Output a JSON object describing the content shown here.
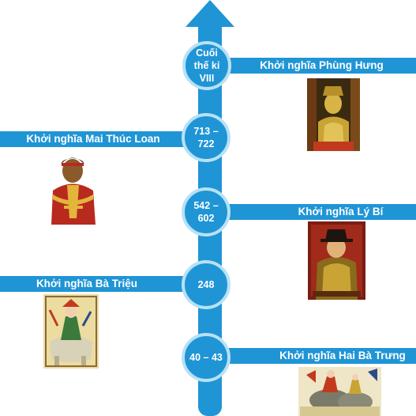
{
  "timeline": [
    {
      "date": "Cuối thế kỉ VIII",
      "event": "Khởi nghĩa Phùng Hưng",
      "side": "right"
    },
    {
      "date": "713 – 722",
      "event": "Khởi nghĩa Mai Thúc Loan",
      "side": "left"
    },
    {
      "date": "542 – 602",
      "event": "Khởi nghĩa Lý Bí",
      "side": "right"
    },
    {
      "date": "248",
      "event": "Khởi nghĩa Bà Triệu",
      "side": "left"
    },
    {
      "date": "40 – 43",
      "event": "Khởi nghĩa Hai Bà Trưng",
      "side": "right"
    }
  ],
  "images": [
    "phung-hung-statue-photo",
    "mai-thuc-loan-illustration",
    "ly-bi-painting",
    "ba-trieu-folk-painting",
    "hai-ba-trung-folk-painting"
  ],
  "colors": {
    "accent": "#1f95d6",
    "node_ring": "#b8e1f6",
    "text": "#ffffff"
  }
}
